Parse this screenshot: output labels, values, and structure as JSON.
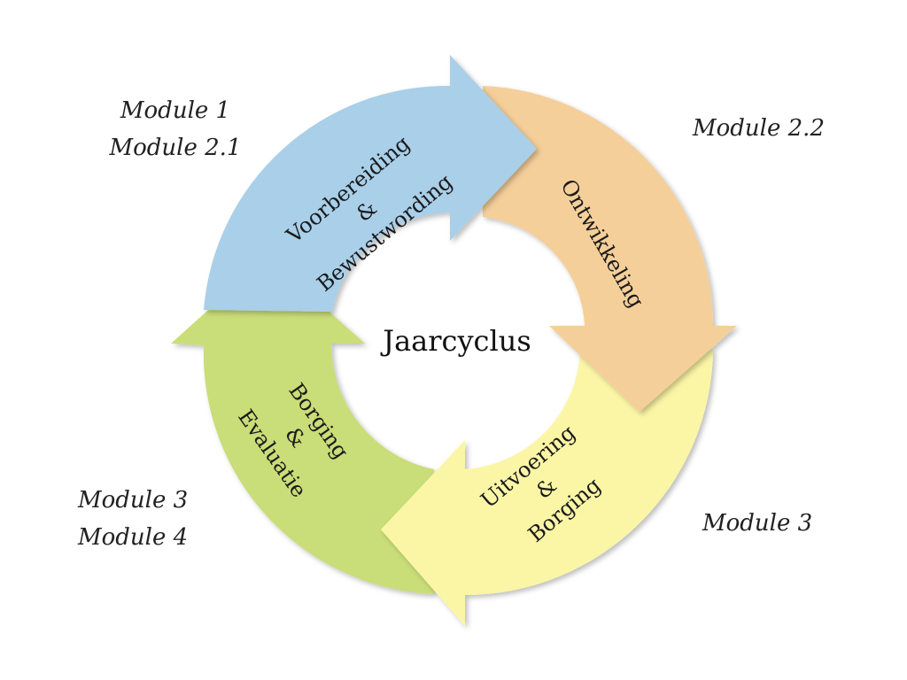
{
  "title": "Jaarcyclus",
  "segments": [
    {
      "id": "voorbereiding",
      "lines": [
        "Voorbereiding",
        "&",
        "Bewustwording"
      ],
      "color": "#a9cfe9"
    },
    {
      "id": "ontwikkeling",
      "lines": [
        "Ontwikkeling"
      ],
      "color": "#f5cf9a"
    },
    {
      "id": "uitvoering",
      "lines": [
        "Uitvoering",
        "&",
        "Borging"
      ],
      "color": "#fbf6a6"
    },
    {
      "id": "borging",
      "lines": [
        "Borging",
        "&",
        "Evaluatie"
      ],
      "color": "#c9dd78"
    }
  ],
  "modules": {
    "top_left": [
      "Module 1",
      "Module 2.1"
    ],
    "top_right": [
      "Module 2.2"
    ],
    "bottom_left": [
      "Module 3",
      "Module 4"
    ],
    "bottom_right": [
      "Module 3"
    ]
  }
}
